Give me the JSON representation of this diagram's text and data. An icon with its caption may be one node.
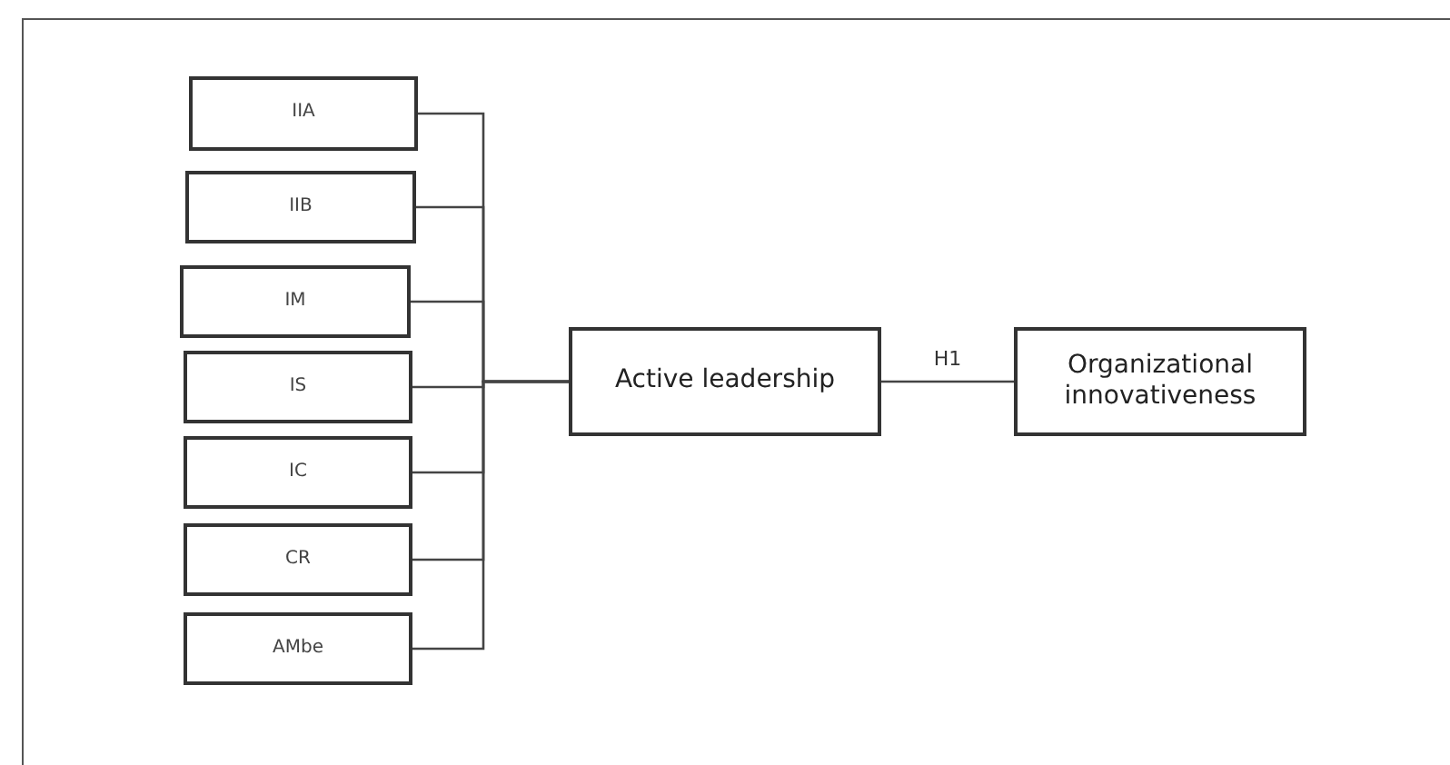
{
  "diagram": {
    "nodes": [
      {
        "text": [
          "IIA"
        ]
      },
      {
        "text": [
          "IIB"
        ]
      },
      {
        "text": [
          "IM"
        ]
      },
      {
        "text": [
          "IS"
        ]
      },
      {
        "text": [
          "IC"
        ]
      },
      {
        "text": [
          "CR"
        ]
      },
      {
        "text": [
          "AMbe"
        ]
      },
      {
        "text": [
          "Active leadership"
        ]
      },
      {
        "text": [
          "Organizational innovativeness"
        ]
      }
    ],
    "edges": [
      {
        "from": 0,
        "to": 7,
        "arrow": "none"
      },
      {
        "from": 1,
        "to": 7,
        "arrow": "none"
      },
      {
        "from": 2,
        "to": 7,
        "arrow": "none"
      },
      {
        "from": 3,
        "to": 7,
        "arrow": "none"
      },
      {
        "from": 4,
        "to": 7,
        "arrow": "none"
      },
      {
        "from": 5,
        "to": 7,
        "arrow": "none"
      },
      {
        "from": 6,
        "to": 7,
        "arrow": "none"
      },
      {
        "from": 7,
        "to": 8,
        "label": "H1",
        "arrow": "none"
      }
    ]
  }
}
